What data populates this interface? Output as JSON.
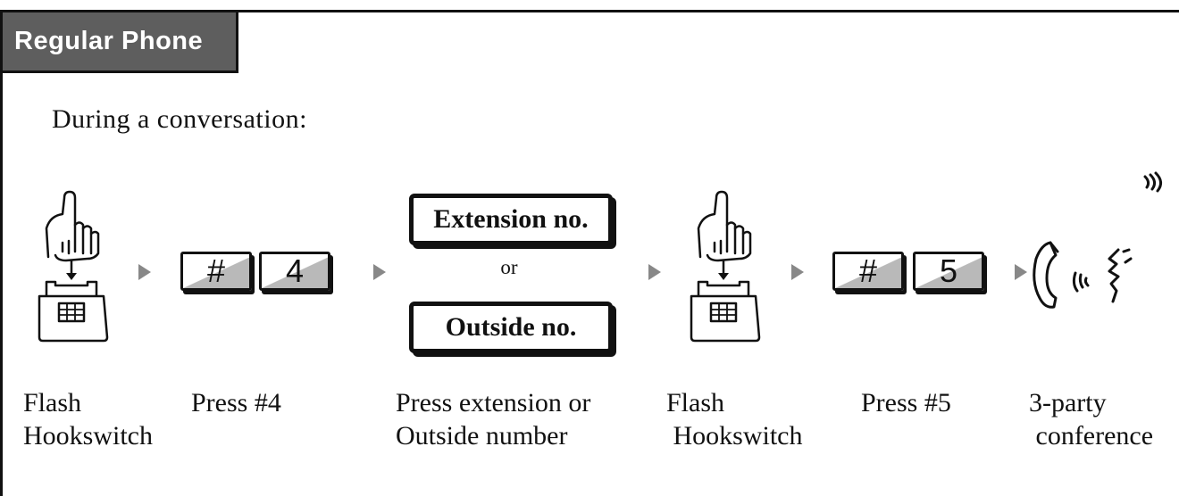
{
  "header": {
    "title": "Regular Phone"
  },
  "intro": "During a conversation:",
  "steps": [
    {
      "icon": "flash-hookswitch-icon",
      "caption": "Flash\nHookswitch"
    },
    {
      "keys": [
        "#",
        "4"
      ],
      "caption": "Press #4"
    },
    {
      "boxes": [
        "Extension no.",
        "Outside no."
      ],
      "or_label": "or",
      "caption": "Press extension or\nOutside number"
    },
    {
      "icon": "flash-hookswitch-icon",
      "caption": "Flash\n Hookswitch"
    },
    {
      "keys": [
        "#",
        "5"
      ],
      "caption": "Press #5"
    },
    {
      "icon": "conference-icon",
      "caption": "3-party\n conference"
    }
  ]
}
